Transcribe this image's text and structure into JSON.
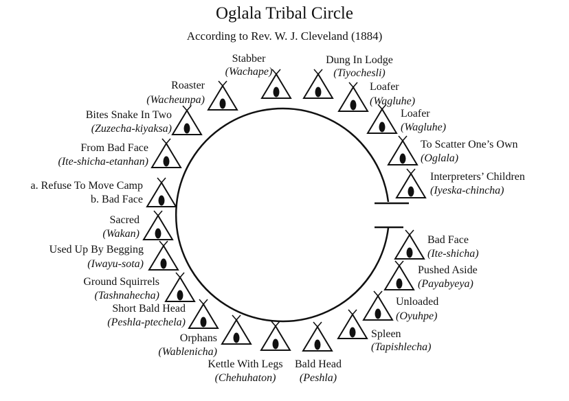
{
  "title": "Oglala Tribal Circle",
  "subtitle": "According to Rev. W. J. Cleveland (1884)",
  "colors": {
    "ink": "#111111",
    "background": "#ffffff"
  },
  "bands": [
    {
      "name": "Stabber",
      "native": "(Wachape)"
    },
    {
      "name": "Dung In Lodge",
      "native": "(Tiyochesli)"
    },
    {
      "name": "Roaster",
      "native": "(Wacheunpa)"
    },
    {
      "name": "Loafer",
      "native": "(Wagluhe)"
    },
    {
      "name": "Bites Snake In Two",
      "native": "(Zuzecha-kiyaksa)"
    },
    {
      "name": "Loafer",
      "native": "(Wagluhe)"
    },
    {
      "name": "From Bad Face",
      "native": "(Ite-shicha-etanhan)"
    },
    {
      "name": "To Scatter One’s Own",
      "native": "(Oglala)"
    },
    {
      "name": "Interpreters’ Children",
      "native": "(Iyeska-chincha)"
    },
    {
      "name": "a. Refuse To Move Camp",
      "native": "b. Bad Face"
    },
    {
      "name": "Sacred",
      "native": "(Wakan)"
    },
    {
      "name": "Bad Face",
      "native": "(Ite-shicha)"
    },
    {
      "name": "Used Up By Begging",
      "native": "(Iwayu-sota)"
    },
    {
      "name": "Pushed Aside",
      "native": "(Payabyeya)"
    },
    {
      "name": "Ground Squirrels",
      "native": "(Tashnahecha)"
    },
    {
      "name": "Unloaded",
      "native": "(Oyuhpe)"
    },
    {
      "name": "Short Bald Head",
      "native": "(Peshla-ptechela)"
    },
    {
      "name": "Spleen",
      "native": "(Tapishlecha)"
    },
    {
      "name": "Orphans",
      "native": "(Wablenicha)"
    },
    {
      "name": "Kettle With Legs",
      "native": "(Chehuhaton)"
    },
    {
      "name": "Bald Head",
      "native": "(Peshla)"
    }
  ]
}
